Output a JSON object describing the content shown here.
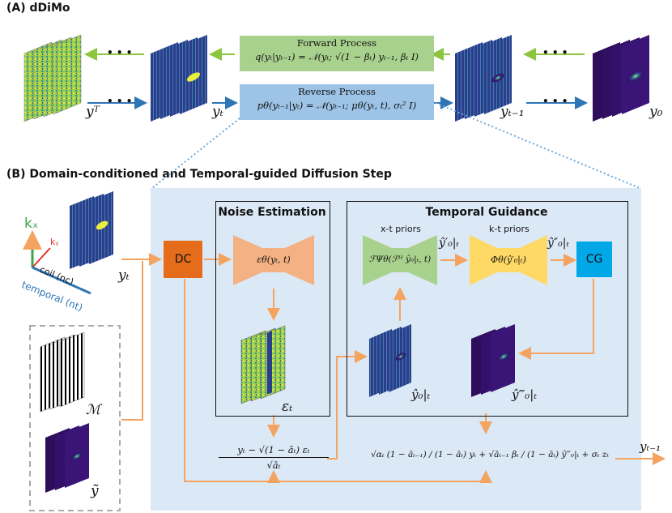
{
  "section_a": {
    "title": "(A) dDiMo"
  },
  "section_b": {
    "title": "(B) Domain-conditioned and Temporal-guided Diffusion Step"
  },
  "forward": {
    "label": "Forward Process",
    "formula": "q(yₜ|yₜ₋₁) = 𝒩(yₜ; √(1 − βₜ) yₜ₋₁, βₜ I)"
  },
  "reverse": {
    "label": "Reverse Process",
    "formula": "pθ(yₜ₋₁|yₜ) = 𝒩(yₜ₋₁; μθ(yₜ, t), σₜ² I)"
  },
  "chain_labels": {
    "yT": "yᵀ",
    "yt": "yₜ",
    "yt1": "yₜ₋₁",
    "y0": "y₀"
  },
  "ellipsis": "• • •",
  "axes": {
    "kx": "kₓ",
    "ky": "kᵧ",
    "coil": "coil (nc)",
    "temporal": "temporal (nt)"
  },
  "input_label": "yₜ",
  "dc": "DC",
  "cg": "CG",
  "noise": {
    "title": "Noise Estimation",
    "model": "εθ(yₜ, t)",
    "output": "εₜ"
  },
  "temporal": {
    "title": "Temporal Guidance",
    "xt_label": "x-t priors",
    "xt_model": "ℱΨθ(ℱᴴ ŷ₀|ₜ, t)",
    "kt_label": "k-t priors",
    "kt_model": "Φθ(ŷ′₀|ₜ)",
    "y_prime": "ŷ′₀|ₜ",
    "y_dprime": "ŷ″₀|ₜ",
    "y0t": "ŷ₀|ₜ",
    "y_tprime": "ŷ‴₀|ₜ"
  },
  "mask_label": "ℳ",
  "ytilde_label": "ỹ",
  "eq_left": {
    "num": "yₜ − √(1 − āₜ) εₜ",
    "den": "√āₜ"
  },
  "eq_right": "√αₜ (1 − āₜ₋₁) / (1 − āₜ) yₜ + √āₜ₋₁ βₜ / (1 − āₜ) ŷ‴₀|ₜ + σₜ zₜ",
  "output_label": "yₜ₋₁",
  "colors": {
    "green_arrow": "#8cc63f",
    "blue_arrow": "#2e75b6",
    "orange": "#f4a460",
    "dc": "#e46c1a",
    "cg": "#00a8e8",
    "panel": "#dbe8f6",
    "green_box": "#a9d18e",
    "blue_box": "#9dc3e6"
  }
}
